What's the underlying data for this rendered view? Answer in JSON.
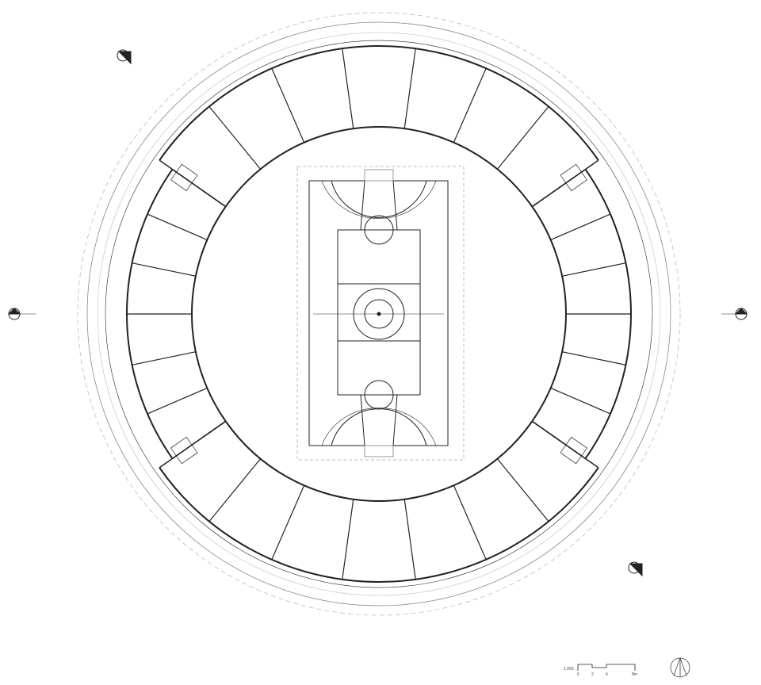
{
  "drawing": {
    "type": "floor plan",
    "scale_label": "1:200",
    "scale_ticks": [
      "0",
      "2",
      "4",
      "8m"
    ],
    "line_color": "#222222",
    "light_line_color": "#bbbbbb"
  }
}
